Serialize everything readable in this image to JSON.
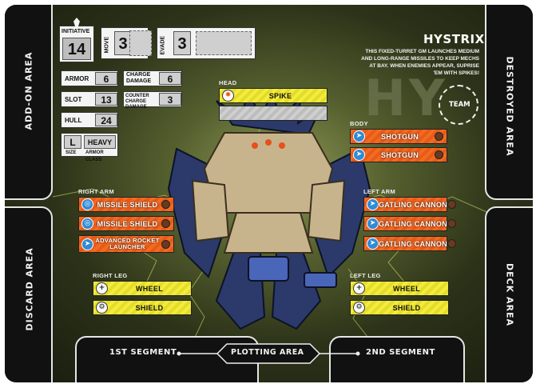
{
  "mech": {
    "name": "HYSTRIX",
    "description": "THIS FIXED-TURRET GM LAUNCHES MEDIUM AND LONG-RANGE MISSILES TO KEEP MECHS AT BAY. WHEN ENEMIES APPEAR, SUPRISE 'EM WITH SPIKES!",
    "watermark": "HY",
    "team_label": "TEAM"
  },
  "stats": {
    "initiative": {
      "label": "INITIATIVE",
      "value": "14"
    },
    "move": {
      "label": "MOVE",
      "value": "3"
    },
    "evade": {
      "label": "EVADE",
      "value": "3"
    },
    "armor": {
      "label": "ARMOR",
      "value": "6"
    },
    "charge_damage": {
      "label": "CHARGE DAMAGE",
      "value": "6"
    },
    "slot": {
      "label": "SLOT",
      "value": "13"
    },
    "counter_charge_damage": {
      "label": "COUNTER CHARGE DAMAGE",
      "value": "3"
    },
    "hull": {
      "label": "HULL",
      "value": "24"
    },
    "size": {
      "label": "SIZE",
      "value": "L"
    },
    "armor_class": {
      "label": "ARMOR CLASS",
      "value": "HEAVY"
    }
  },
  "areas": {
    "add_on": "ADD-ON AREA",
    "destroyed": "DESTROYED AREA",
    "discard": "DISCARD AREA",
    "deck": "DECK AREA",
    "first_segment": "1ST SEGMENT",
    "plotting": "PLOTTING AREA",
    "second_segment": "2ND SEGMENT"
  },
  "slots": {
    "head": {
      "label": "HEAD",
      "components": [
        {
          "name": "SPIKE",
          "color": "yellow",
          "icon": "spike-icon"
        }
      ]
    },
    "body": {
      "label": "BODY",
      "components": [
        {
          "name": "SHOTGUN",
          "color": "orange",
          "icon": "shotgun-icon"
        },
        {
          "name": "SHOTGUN",
          "color": "orange",
          "icon": "shotgun-icon"
        }
      ]
    },
    "right_arm": {
      "label": "RIGHT ARM",
      "components": [
        {
          "name": "MISSILE SHIELD",
          "color": "orange",
          "icon": "missile-shield-icon"
        },
        {
          "name": "MISSILE SHIELD",
          "color": "orange",
          "icon": "missile-shield-icon"
        },
        {
          "name": "ADVANCED ROCKET LAUNCHER",
          "color": "orange",
          "icon": "rocket-launcher-icon"
        }
      ]
    },
    "left_arm": {
      "label": "LEFT ARM",
      "components": [
        {
          "name": "GATLING CANNON",
          "color": "orange",
          "icon": "gatling-cannon-icon"
        },
        {
          "name": "GATLING CANNON",
          "color": "orange",
          "icon": "gatling-cannon-icon"
        },
        {
          "name": "GATLING CANNON",
          "color": "orange",
          "icon": "gatling-cannon-icon"
        }
      ]
    },
    "right_leg": {
      "label": "RIGHT LEG",
      "components": [
        {
          "name": "WHEEL",
          "color": "yellow",
          "icon": "wheel-icon"
        },
        {
          "name": "SHIELD",
          "color": "yellow",
          "icon": "shield-icon"
        }
      ]
    },
    "left_leg": {
      "label": "LEFT LEG",
      "components": [
        {
          "name": "WHEEL",
          "color": "yellow",
          "icon": "wheel-icon"
        },
        {
          "name": "SHIELD",
          "color": "yellow",
          "icon": "shield-icon"
        }
      ]
    }
  },
  "colors": {
    "orange_component": "#f26b23",
    "yellow_component": "#f3ec3c",
    "weapon_icon": "#2f8bd6",
    "board_glow": "#8f9a56"
  }
}
